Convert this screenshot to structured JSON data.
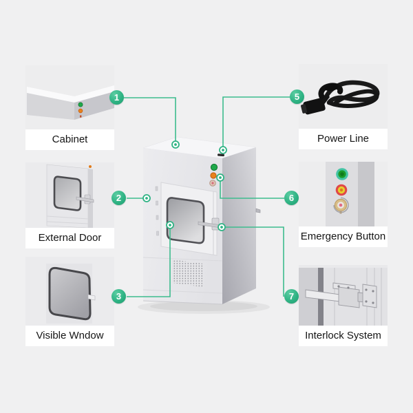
{
  "colors": {
    "background": "#f0f0f1",
    "card_background": "#ededee",
    "caption_background": "#ffffff",
    "caption_text": "#141414",
    "accent_green": "#2fb384",
    "connector_line_green": "#3cbc8d",
    "indicator_green": "#1fa84a",
    "indicator_orange": "#e8821c"
  },
  "callouts": [
    {
      "number": "1",
      "label": "Cabinet"
    },
    {
      "number": "2",
      "label": "External Door"
    },
    {
      "number": "3",
      "label": "Visible Wndow"
    },
    {
      "number": "5",
      "label": "Power Line"
    },
    {
      "number": "6",
      "label": "Emergency Button"
    },
    {
      "number": "7",
      "label": "Interlock System"
    }
  ]
}
